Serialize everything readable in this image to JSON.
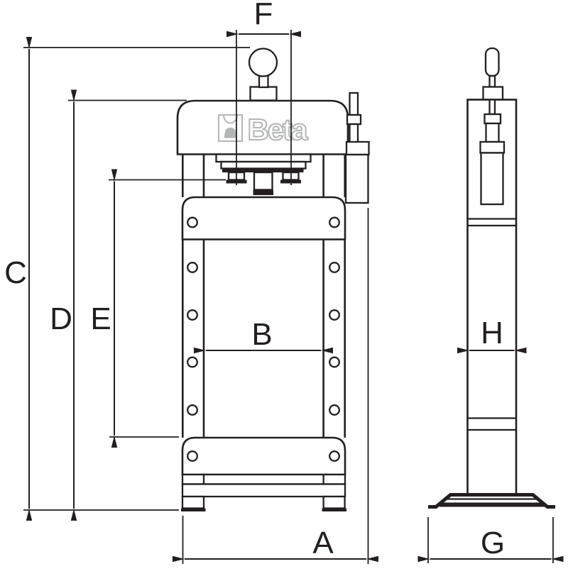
{
  "colors": {
    "line": "#231f20",
    "logo_gray": "#b3b5b7",
    "background": "#ffffff"
  },
  "brand": {
    "logo_text": "Beta"
  },
  "labels": {
    "A": "A",
    "B": "B",
    "C": "C",
    "D": "D",
    "E": "E",
    "F": "F",
    "G": "G",
    "H": "H"
  }
}
